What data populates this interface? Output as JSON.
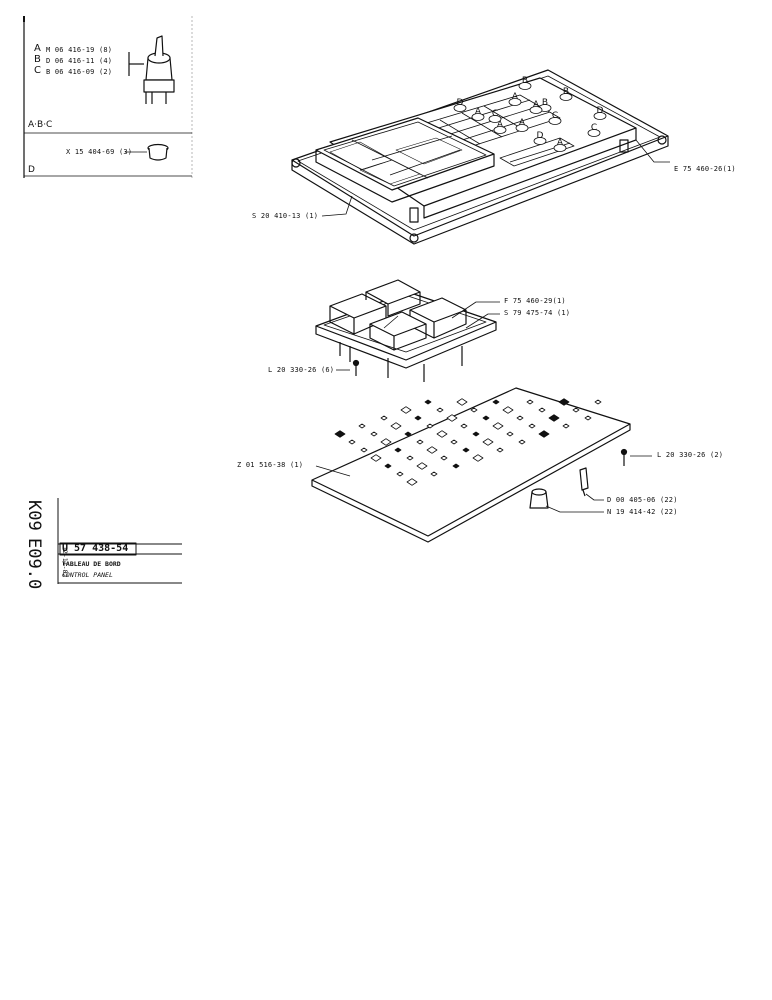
{
  "legend": {
    "variant_a_letter": "A",
    "variant_a_part": "M 06 416-19 (8)",
    "variant_b_letter": "B",
    "variant_b_part": "D 06 416-11 (4)",
    "variant_c_letter": "C",
    "variant_c_part": "B 06 416-09 (2)",
    "abc_label": "A·B·C",
    "plug_part": "X 15 404-69 (3)",
    "d_label": "D"
  },
  "callouts": {
    "frame": "E 75 460-26(1)",
    "window": "S 20 410-13 (1)",
    "cover": "F 75 460-29(1)",
    "bezel": "S 79 475-74 (1)",
    "screw_upper": "L 20 330-26 (6)",
    "pcb": "Z 01 516-38 (1)",
    "screw_right": "L 20 330-26 (2)",
    "bulb": "D 00 405-06 (22)",
    "socket": "N 19 414-42 (22)"
  },
  "title_block": {
    "group_code": "K09",
    "section_code": "E09.0",
    "date": "12-11-82",
    "doc_number": "U 57 438-54",
    "title_fr": "TABLEAU DE BORD",
    "title_en": "CONTROL PANEL"
  },
  "panel_letters": [
    "B",
    "B",
    "B",
    "D",
    "A",
    "A",
    "A",
    "C",
    "D",
    "A",
    "A",
    "C",
    "D",
    "A",
    "C"
  ]
}
